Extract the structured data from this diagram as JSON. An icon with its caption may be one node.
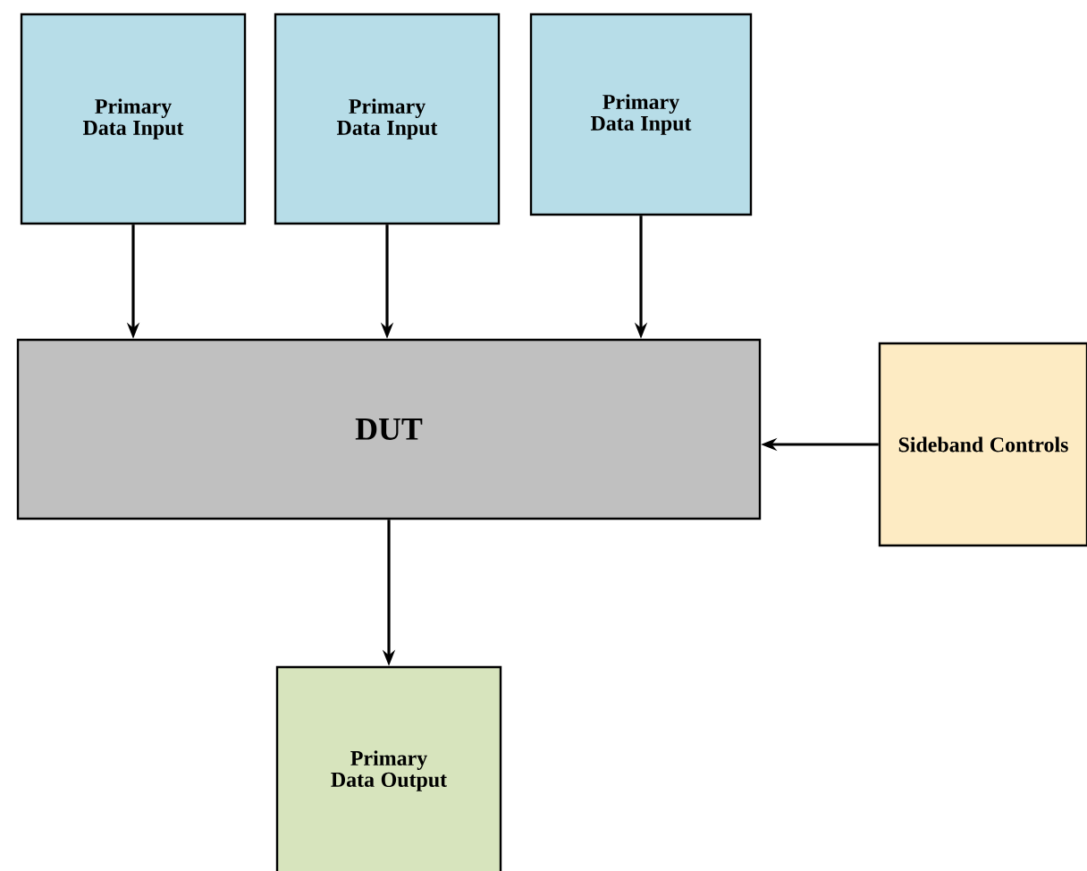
{
  "diagram": {
    "nodes": [
      {
        "text": [
          "Primary Data Input"
        ]
      },
      {
        "text": [
          "Primary Data Input"
        ]
      },
      {
        "text": [
          "Primary Data Input"
        ]
      },
      {
        "text": [
          "DUT"
        ]
      },
      {
        "text": [
          "Sideband Controls"
        ]
      },
      {
        "text": [
          "Primary Data Output"
        ]
      }
    ],
    "edges": [
      {
        "from": 0,
        "to": 3,
        "arrow": "to"
      },
      {
        "from": 1,
        "to": 3,
        "arrow": "to"
      },
      {
        "from": 2,
        "to": 3,
        "arrow": "to"
      },
      {
        "from": 4,
        "to": 3,
        "arrow": "to"
      },
      {
        "from": 3,
        "to": 5,
        "arrow": "to"
      }
    ]
  }
}
